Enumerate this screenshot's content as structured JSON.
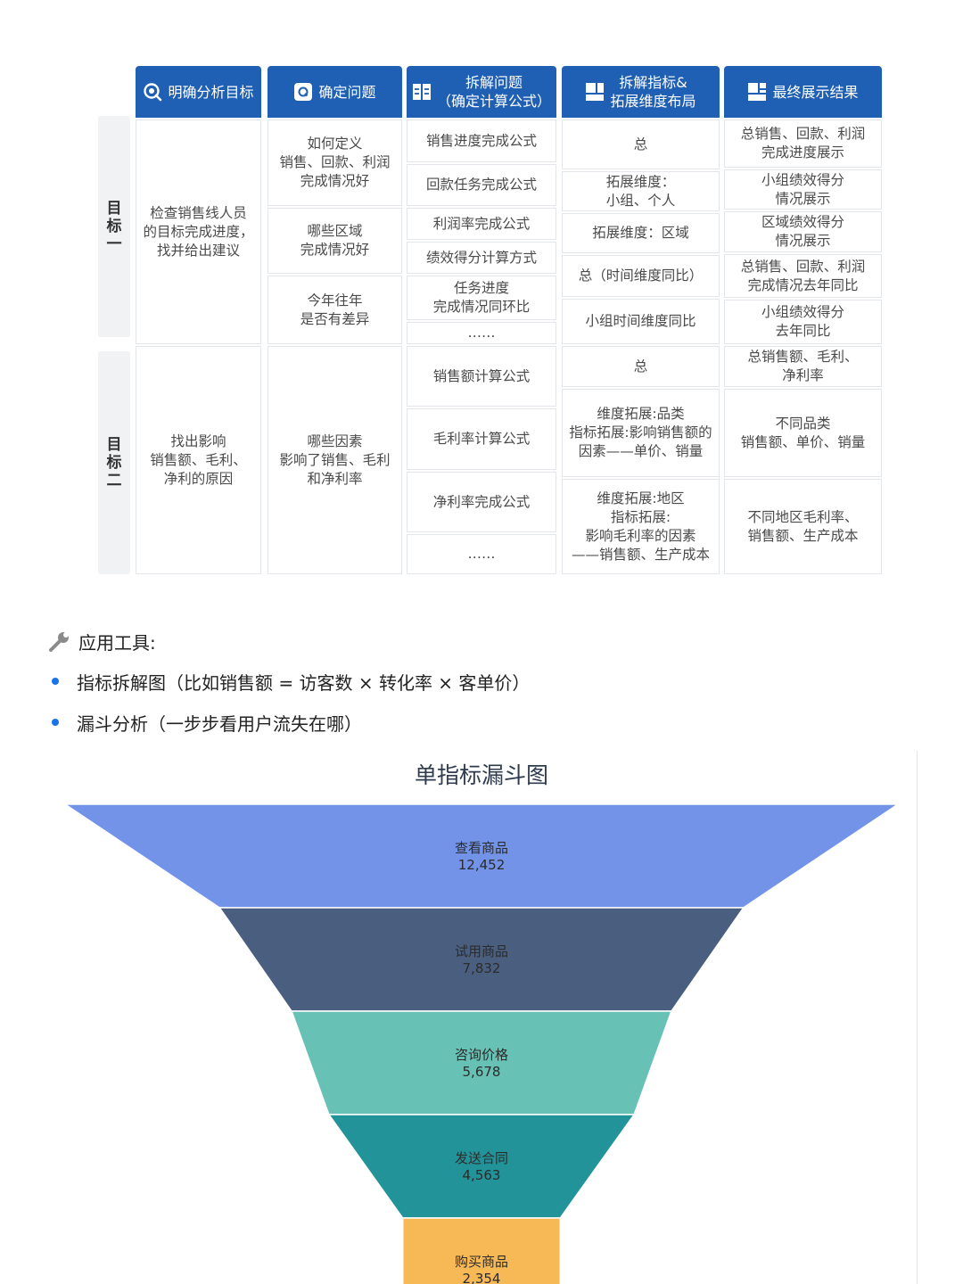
{
  "table": {
    "headers": [
      {
        "label": "明确分析目标",
        "icon": "target-search-icon"
      },
      {
        "label": "确定问题",
        "icon": "question-box-icon"
      },
      {
        "label": "拆解问题\n（确定计算公式）",
        "icon": "split-list-icon"
      },
      {
        "label": "拆解指标&\n拓展维度布局",
        "icon": "layout-grid-icon"
      },
      {
        "label": "最终展示结果",
        "icon": "dashboard-icon"
      }
    ],
    "goals": [
      {
        "label": "目标一",
        "objective": "检查销售线人员\n的目标完成进度，\n找并给出建议",
        "questions": [
          "如何定义\n销售、回款、利润\n完成情况好",
          "哪些区域\n完成情况好",
          "今年往年\n是否有差异"
        ],
        "formulas": [
          "销售进度完成公式",
          "回款任务完成公式",
          "利润率完成公式",
          "绩效得分计算方式",
          "任务进度\n完成情况同环比",
          "……"
        ],
        "dimensions": [
          "总",
          "拓展维度：\n小组、个人",
          "拓展维度：区域",
          "总（时间维度同比）",
          "小组时间维度同比"
        ],
        "results": [
          "总销售、回款、利润\n完成进度展示",
          "小组绩效得分\n情况展示",
          "区域绩效得分\n情况展示",
          "总销售、回款、利润\n完成情况去年同比",
          "小组绩效得分\n去年同比"
        ]
      },
      {
        "label": "目标二",
        "objective": "找出影响\n销售额、毛利、\n净利的原因",
        "questions": [
          "哪些因素\n影响了销售、毛利\n和净利率"
        ],
        "formulas": [
          "销售额计算公式",
          "毛利率计算公式",
          "净利率完成公式",
          "……"
        ],
        "dimensions": [
          "总",
          "维度拓展:品类\n指标拓展:影响销售额的\n因素——单价、销量",
          "维度拓展:地区\n指标拓展:\n影响毛利率的因素\n——销售额、生产成本"
        ],
        "results": [
          "总销售额、毛利、\n净利率",
          "不同品类\n销售额、单价、销量",
          "不同地区毛利率、\n销售额、生产成本"
        ]
      }
    ]
  },
  "tools": {
    "title": "应用工具:",
    "icon": "wrench-icon",
    "items": [
      "指标拆解图（比如销售额 = 访客数 × 转化率 × 客单价）",
      "漏斗分析（一步步看用户流失在哪）"
    ]
  },
  "chart_data": {
    "type": "funnel",
    "title": "单指标漏斗图",
    "categories": [
      "查看商品",
      "试用商品",
      "咨询价格",
      "发送合同",
      "购买商品"
    ],
    "values": [
      12452,
      7832,
      5678,
      4563,
      2354
    ],
    "value_labels": [
      "12,452",
      "7,832",
      "5,678",
      "4,563",
      "2,354"
    ],
    "colors": [
      "#7393e8",
      "#4a5f80",
      "#67c1b5",
      "#23939a",
      "#f7b955"
    ]
  }
}
